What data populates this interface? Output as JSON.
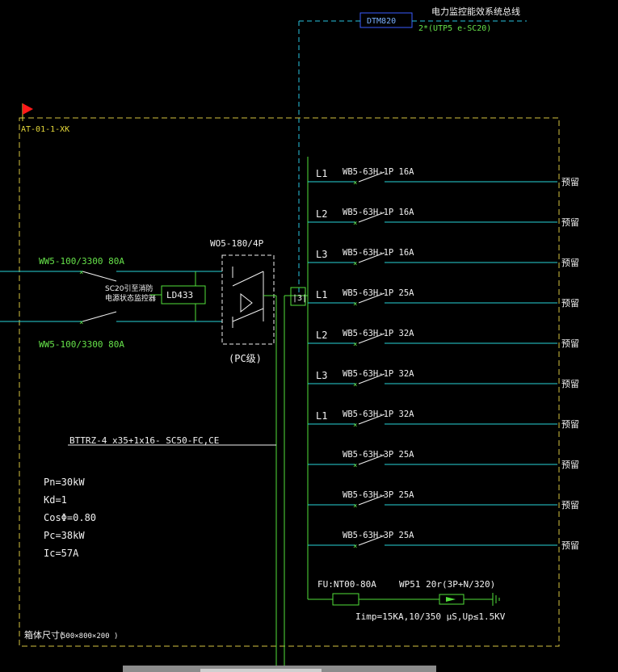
{
  "top": {
    "monitor_box": "DTM820",
    "bus_label": "电力监控能效系统总线",
    "cable_label": "2*(UTP5 e-SC20)"
  },
  "cabinet": {
    "id": "AT-01-1-XK",
    "size_label": "箱体尺寸(",
    "size_value": "500×800×200 )"
  },
  "incoming": {
    "breaker_top": "WW5-100/3300 80A",
    "breaker_bottom": "WW5-100/3300 80A",
    "sensor_note_1": "SC20引至消防",
    "sensor_note_2": "电源状态监控器",
    "sensor_box": "LD433"
  },
  "ats": {
    "model": "WO5-180/4P",
    "class": "(PC级)"
  },
  "meter_box": "|3|",
  "feeder_cable": "BTTRZ-4 x35+1x16- SC50-FC,CE",
  "load": [
    "Pn=30kW",
    "Kd=1",
    "CosΦ=0.80",
    "Pc=38kW",
    "Ic=57A"
  ],
  "circuits": [
    {
      "phase": "L1",
      "breaker": "WB5-63H-1P 16A",
      "dest": "预留"
    },
    {
      "phase": "L2",
      "breaker": "WB5-63H-1P 16A",
      "dest": "预留"
    },
    {
      "phase": "L3",
      "breaker": "WB5-63H-1P 16A",
      "dest": "预留"
    },
    {
      "phase": "L1",
      "breaker": "WB5-63H-1P 25A",
      "dest": "预留"
    },
    {
      "phase": "L2",
      "breaker": "WB5-63H-1P 32A",
      "dest": "预留"
    },
    {
      "phase": "L3",
      "breaker": "WB5-63H-1P 32A",
      "dest": "预留"
    },
    {
      "phase": "L1",
      "breaker": "WB5-63H-1P 32A",
      "dest": "预留"
    },
    {
      "phase": "",
      "breaker": "WB5-63H-3P 25A",
      "dest": "预留"
    },
    {
      "phase": "",
      "breaker": "WB5-63H-3P 25A",
      "dest": "预留"
    },
    {
      "phase": "",
      "breaker": "WB5-63H-3P 25A",
      "dest": "预留"
    }
  ],
  "spd": {
    "fuse": "FU:NT00-80A",
    "arrester": "WP51 20r(3P+N/320)",
    "spec": "Iimp=15KA,10/350 μS,Up≤1.5KV"
  }
}
